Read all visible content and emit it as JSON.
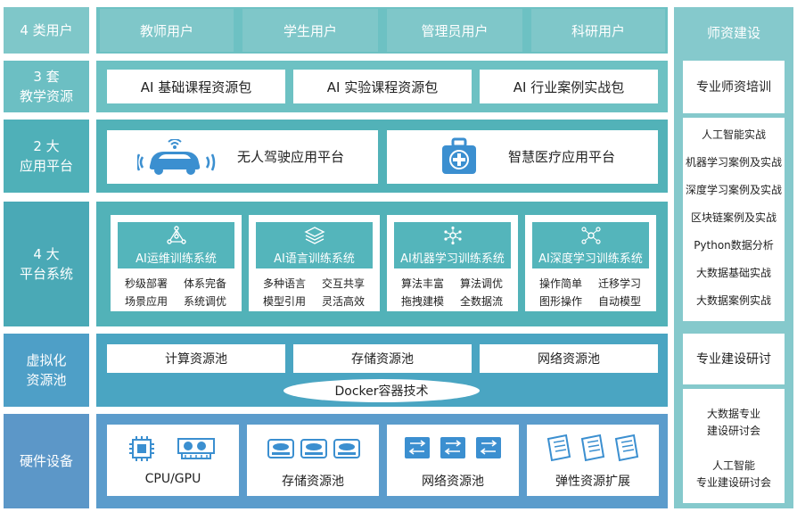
{
  "rows": {
    "users": {
      "label": "4 类用户",
      "items": [
        "教师用户",
        "学生用户",
        "管理员用户",
        "科研用户"
      ]
    },
    "resources": {
      "label_line1": "3 套",
      "label_line2": "教学资源",
      "items": [
        "AI 基础课程资源包",
        "AI 实验课程资源包",
        "AI 行业案例实战包"
      ]
    },
    "apps": {
      "label_line1": "2 大",
      "label_line2": "应用平台",
      "items": [
        "无人驾驶应用平台",
        "智慧医疗应用平台"
      ]
    },
    "platforms": {
      "label_line1": "4 大",
      "label_line2": "平台系统",
      "systems": [
        {
          "title": "AI运维训练系统",
          "features": [
            "秒级部署",
            "体系完备",
            "场景应用",
            "系统调优"
          ]
        },
        {
          "title": "AI语言训练系统",
          "features": [
            "多种语言",
            "交互共享",
            "模型引用",
            "灵活高效"
          ]
        },
        {
          "title": "AI机器学习训练系统",
          "features": [
            "算法丰富",
            "算法调优",
            "拖拽建模",
            "全数据流"
          ]
        },
        {
          "title": "AI深度学习训练系统",
          "features": [
            "操作简单",
            "迁移学习",
            "图形操作",
            "自动模型"
          ]
        }
      ]
    },
    "virtual": {
      "label_line1": "虚拟化",
      "label_line2": "资源池",
      "pools": [
        "计算资源池",
        "存储资源池",
        "网络资源池"
      ],
      "docker": "Docker容器技术"
    },
    "hardware": {
      "label": "硬件设备",
      "items": [
        "CPU/GPU",
        "存储资源池",
        "网络资源池",
        "弹性资源扩展"
      ]
    }
  },
  "right": {
    "title": "师资建设",
    "training": {
      "title": "专业师资培训",
      "items": [
        "人工智能实战",
        "机器学习案例及实战",
        "深度学习案例及实战",
        "区块链案例及实战",
        "Python数据分析",
        "大数据基础实战",
        "大数据案例实战"
      ]
    },
    "seminar": {
      "title": "专业建设研讨",
      "items": [
        {
          "line1": "大数据专业",
          "line2": "建设研讨会"
        },
        {
          "line1": "人工智能",
          "line2": "专业建设研讨会"
        }
      ]
    }
  },
  "colors": {
    "accent_teal": "#54b5bb",
    "icon_blue": "#3b8fd0"
  }
}
